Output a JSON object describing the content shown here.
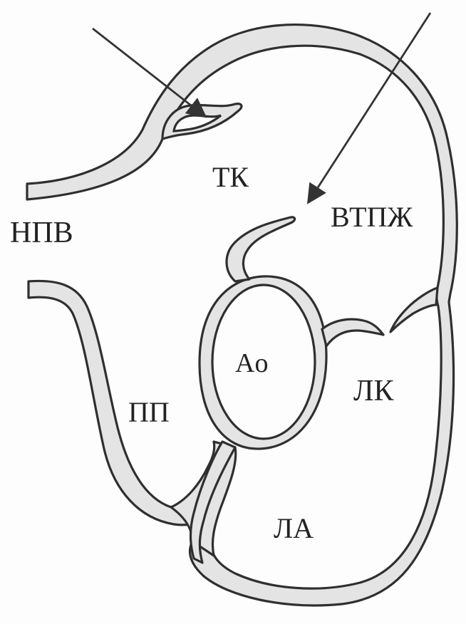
{
  "labels": {
    "tk": "ТК",
    "npv": "НПВ",
    "vtpzh": "ВТПЖ",
    "ao": "Ao",
    "lk": "ЛК",
    "pp": "ПП",
    "la": "ЛА"
  },
  "colors": {
    "wall_fill": "#e4e4e4",
    "outline": "#2f2f2f",
    "background": "#fdfdfd"
  }
}
